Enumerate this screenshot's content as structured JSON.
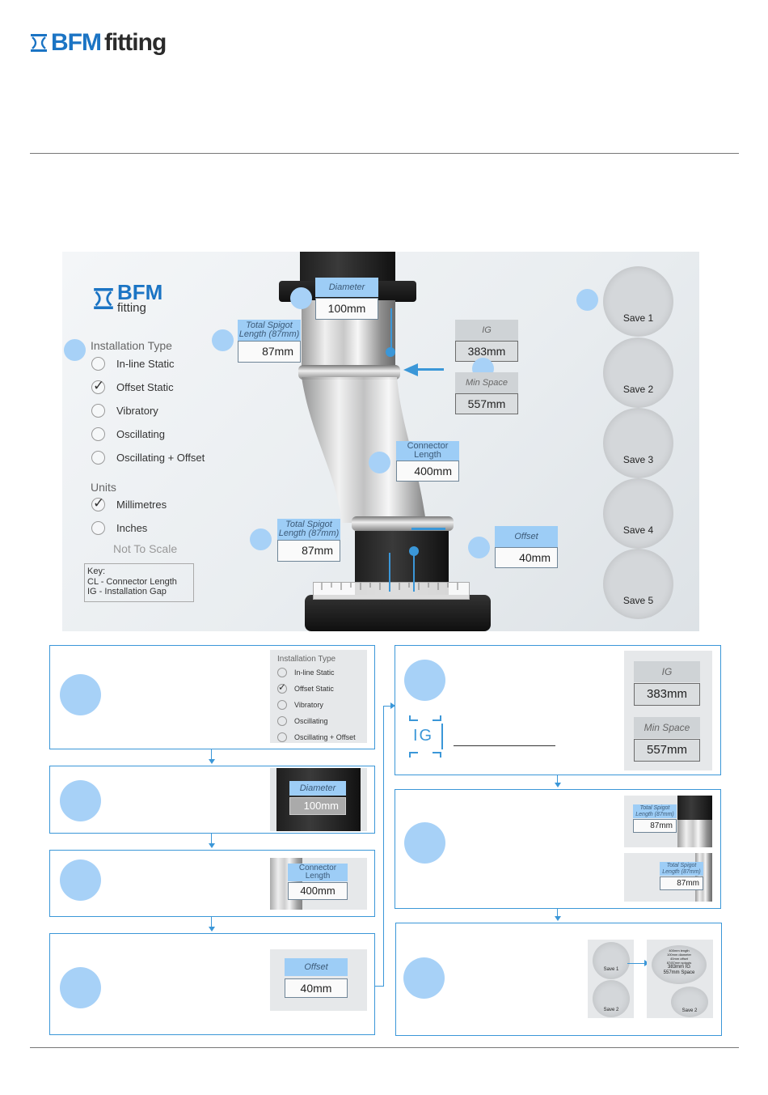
{
  "brand": {
    "logo_bfm": "BFM",
    "logo_fitting": "fitting"
  },
  "app": {
    "installation_title": "Installation Type",
    "installation_options": [
      {
        "label": "In-line Static",
        "checked": false
      },
      {
        "label": "Offset Static",
        "checked": true
      },
      {
        "label": "Vibratory",
        "checked": false
      },
      {
        "label": "Oscillating",
        "checked": false
      },
      {
        "label": "Oscillating + Offset",
        "checked": false
      }
    ],
    "units_title": "Units",
    "units_options": [
      {
        "label": "Millimetres",
        "checked": true
      },
      {
        "label": "Inches",
        "checked": false
      }
    ],
    "not_to_scale": "Not To Scale",
    "key": {
      "title": "Key:",
      "line1": "CL - Connector Length",
      "line2": "IG - Installation Gap"
    },
    "diameter": {
      "label": "Diameter",
      "value": "100mm"
    },
    "spigot_top": {
      "label_line1": "Total Spigot",
      "label_line2": "Length (87mm)",
      "value": "87mm"
    },
    "spigot_bottom": {
      "label_line1": "Total Spigot",
      "label_line2": "Length (87mm)",
      "value": "87mm"
    },
    "connector": {
      "label_line1": "Connector",
      "label_line2": "Length",
      "value": "400mm"
    },
    "offset": {
      "label": "Offset",
      "value": "40mm"
    },
    "ig": {
      "label": "IG",
      "value": "383mm"
    },
    "min_space": {
      "label": "Min Space",
      "value": "557mm"
    },
    "saves": [
      "Save 1",
      "Save 2",
      "Save 3",
      "Save 4",
      "Save 5"
    ]
  },
  "steps": {
    "ig_icon_text": "IG",
    "save_preview": {
      "save1": "Save 1",
      "save2": "Save 2",
      "info_line1": "400mm length",
      "info_line2": "100mm diameter",
      "info_line3": "40mm offset",
      "info_line4": "87/87mm spigots",
      "info_line5": "383mm IG",
      "info_line6": "557mm Space"
    }
  },
  "colors": {
    "accent": "#3b97d8",
    "brand_blue": "#1b74c4",
    "dot_blue": "#a7d1f7",
    "label_blue": "#9dcdf6"
  }
}
